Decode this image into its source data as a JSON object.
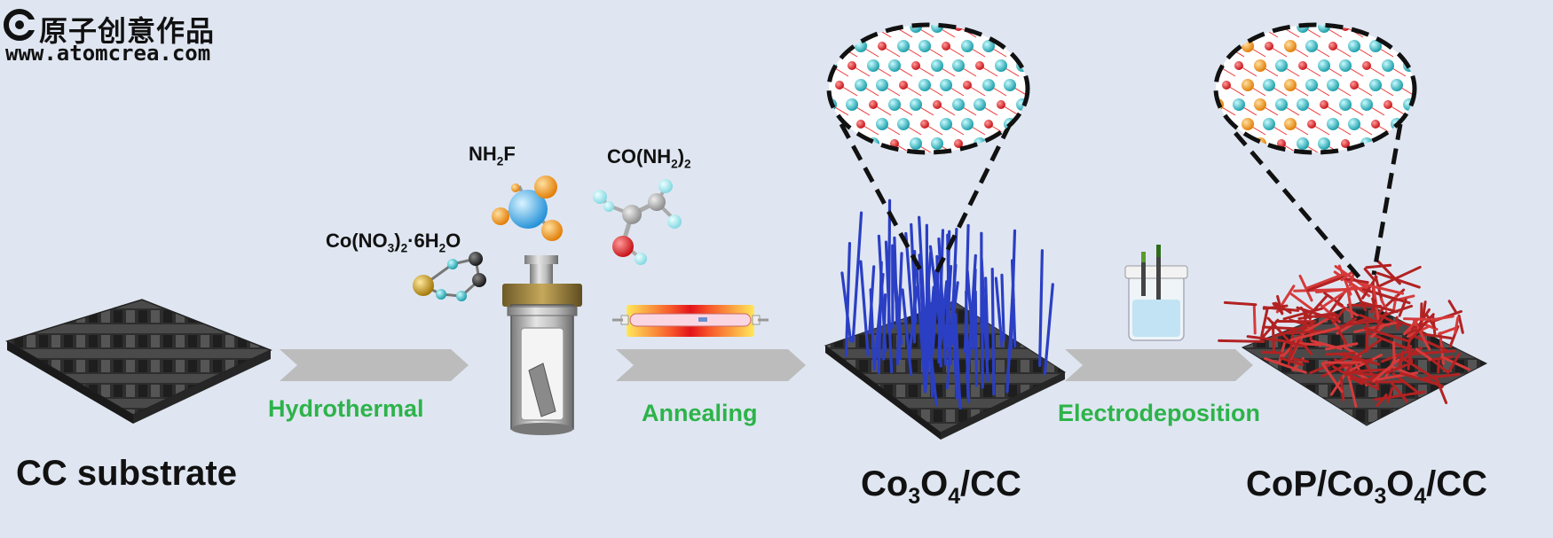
{
  "watermark": {
    "brand_cn": "原子创意作品",
    "url": "www.atomcrea.com"
  },
  "reagents": {
    "nh2f": {
      "main": "NH",
      "sub1": "2",
      "tail": "F"
    },
    "urea": {
      "main": "CO(NH",
      "sub1": "2",
      "tail": ")",
      "sub2": "2"
    },
    "cobalt_nitrate": {
      "main": "Co(NO",
      "sub1": "3",
      "mid": ")",
      "sub2": "2",
      "tail": "·6H",
      "sub3": "2",
      "end": "O"
    }
  },
  "steps": {
    "step1": "Hydrothermal",
    "step2": "Annealing",
    "step3": "Electrodeposition"
  },
  "stages": {
    "cc": "CC substrate",
    "co3o4": {
      "a": "Co",
      "s1": "3",
      "b": "O",
      "s2": "4",
      "c": "/CC"
    },
    "cop": {
      "a": "CoP/Co",
      "s1": "3",
      "b": "O",
      "s2": "4",
      "c": "/CC"
    }
  },
  "colors": {
    "background": "#dfe6f1",
    "step_text": "#2db34a",
    "arrow": "#bcbcbc",
    "carbon_cloth": "#3a3a3a",
    "co3o4_nanowire": "#2b3fc4",
    "cop_nanowire": "#b22222",
    "atom_cyan": "#2bc6c6",
    "atom_red": "#e0161b",
    "atom_orange": "#f0901a"
  }
}
